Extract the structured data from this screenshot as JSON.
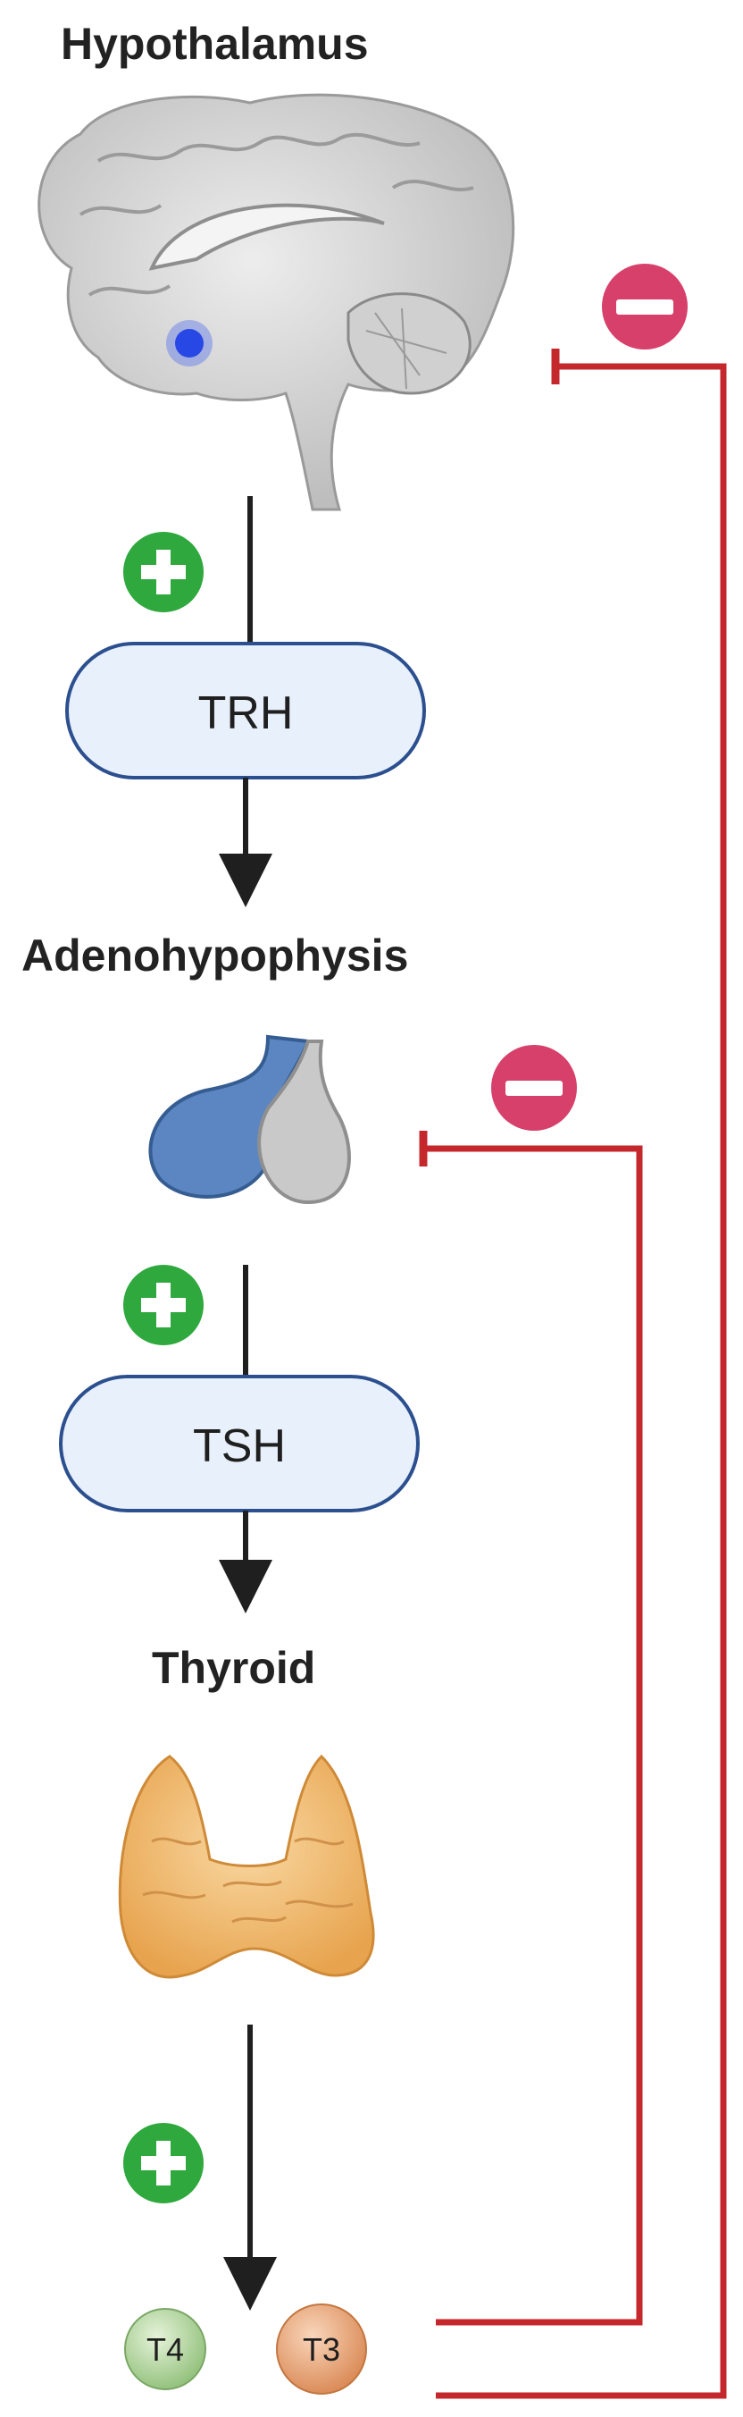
{
  "diagram": {
    "nodes": {
      "hypothalamus": "Hypothalamus",
      "adenohypophysis": "Adenohypophysis",
      "thyroid": "Thyroid"
    },
    "hormones": {
      "trh": "TRH",
      "tsh": "TSH",
      "t4": "T4",
      "t3": "T3"
    },
    "signs": {
      "stimulation": "plus-icon",
      "inhibition": "minus-icon"
    },
    "colors": {
      "stimulation": "#2fa83e",
      "inhibition": "#d6406a",
      "feedback_line": "#c4282d",
      "pill_fill": "#e8f1fb",
      "pill_stroke": "#2c4f8f",
      "arrow": "#1f1f1f"
    }
  }
}
